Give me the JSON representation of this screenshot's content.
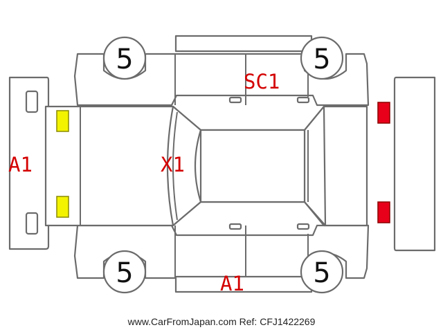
{
  "panel_grades": {
    "front": "A1",
    "roof": "X1",
    "right_upper": "SC1",
    "lower_side": "A1"
  },
  "tires": {
    "front_left": "5",
    "rear_left": "5",
    "front_right": "5",
    "rear_right": "5"
  },
  "lamp_colors": {
    "headlights": "#f3f300",
    "taillights": "#e8001a"
  },
  "footer_text": "www.CarFromJapan.com Ref: CFJ1422269"
}
